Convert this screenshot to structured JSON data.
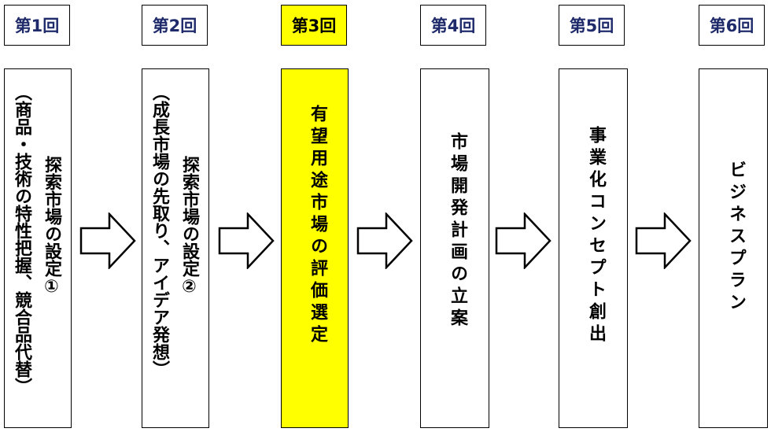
{
  "steps": [
    {
      "label": "第1回",
      "lines": [
        "（商品・技術の特性把握、競合品代替）",
        "探索市場の設定①"
      ]
    },
    {
      "label": "第2回",
      "lines": [
        "（成長市場の先取り、アイデア発想）",
        "探索市場の設定②"
      ]
    },
    {
      "label": "第3回",
      "lines": [
        "有望用途市場の評価選定"
      ],
      "highlight_color": "#ffff00"
    },
    {
      "label": "第4回",
      "lines": [
        "市場開発計画の立案"
      ]
    },
    {
      "label": "第5回",
      "lines": [
        "事業化コンセプト創出"
      ]
    },
    {
      "label": "第6回",
      "lines": [
        "ビジネスプラン"
      ]
    }
  ],
  "colors": {
    "label_text": "#1f2a6b",
    "highlight": "#ffff00"
  },
  "icons": {
    "connector": "right-arrow-icon"
  }
}
